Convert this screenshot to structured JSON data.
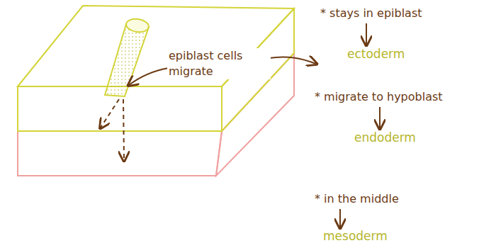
{
  "diagram": {
    "labels": [
      "epiblast cells migrate",
      "* stays in epiblast",
      "ectoderm",
      "* migrate to hypoblast",
      "endoderm",
      "* in the middle",
      "mesoderm"
    ]
  }
}
